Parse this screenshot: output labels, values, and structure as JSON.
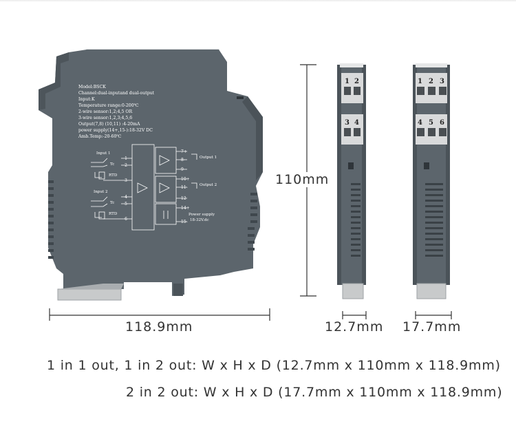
{
  "side_label": {
    "model": "Model:BSCK",
    "channel": "Channel:dual-inputand dual-output",
    "input": "Input:K",
    "temp_range": "Temperature range:0-200℃",
    "wire2": "2-wire sensor:1,2;4,5 OR",
    "wire3": "3-wire sensor:1,2,3;4,5,6",
    "output": "Output(7,8) (10,11) :4-20mA",
    "power": "power supply(14+,15-):18-32V DC",
    "amb": "Amb.Temp:-20-60℃"
  },
  "wiring": {
    "input1": "Input 1",
    "input2": "Input 2",
    "tc": "Tc",
    "rtd": "RTD",
    "output1": "Output 1",
    "output2": "Output 2",
    "power_supply": "Power supply",
    "power_voltage": "18-32V.dc",
    "left_terminals": [
      "1",
      "2",
      "3",
      "4",
      "5",
      "6"
    ],
    "right_terminals": [
      "7+",
      "8-",
      "9",
      "10+",
      "11-",
      "12",
      "14+",
      "15-"
    ]
  },
  "narrow_module_terminals": [
    "1",
    "2",
    "3",
    "4"
  ],
  "wide_module_terminals": [
    "1",
    "2",
    "3",
    "4",
    "5",
    "6"
  ],
  "dimensions": {
    "depth": "118.9mm",
    "height": "110mm",
    "width_narrow": "12.7mm",
    "width_wide": "17.7mm"
  },
  "specs": {
    "line1": "1 in 1 out, 1 in 2 out: W x H x D (12.7mm x 110mm x 118.9mm)",
    "line2": "2 in 2 out: W x H x D (17.7mm x 110mm x 118.9mm)"
  },
  "colors": {
    "housing": "#5c656c",
    "housing_dark": "#3f474d",
    "terminal_block": "#d9dadb",
    "label_text": "#ffffff",
    "dimension_line": "#333333"
  }
}
